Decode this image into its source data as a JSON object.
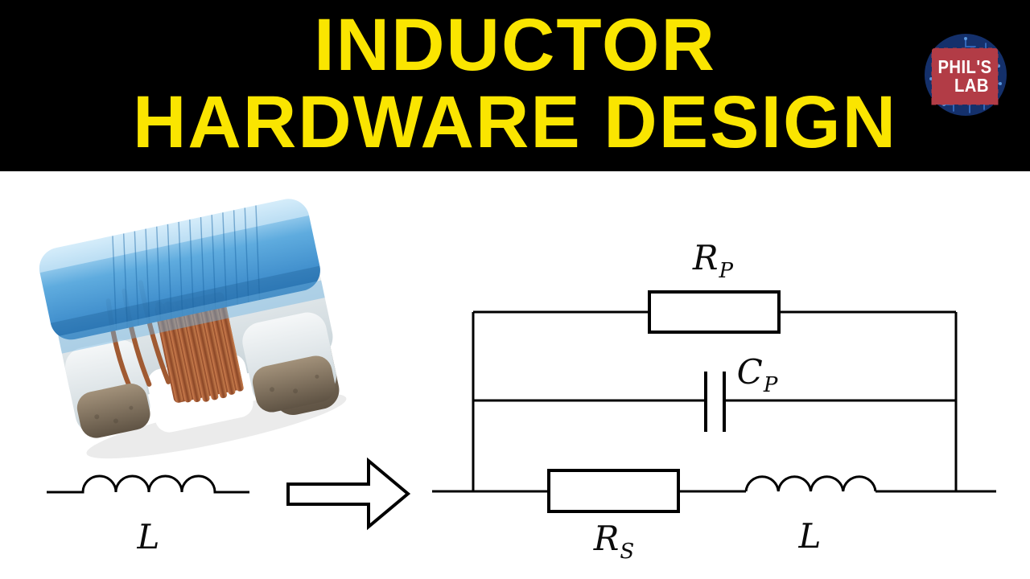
{
  "header": {
    "title_line1": "INDUCTOR",
    "title_line2": "HARDWARE DESIGN",
    "title_color": "#fae500",
    "background": "#000000"
  },
  "logo": {
    "line1": "PHIL'S",
    "line2": "LAB",
    "circle_color": "#14306b",
    "trace_color": "#3b77cf",
    "chip_color": "#b23c46",
    "text_color": "#ffffff"
  },
  "diagram": {
    "line_color": "#000000",
    "left_inductor_label": {
      "base": "L",
      "sub": ""
    },
    "circuit": {
      "parallel_resistor_label": {
        "base": "R",
        "sub": "P"
      },
      "parallel_capacitor_label": {
        "base": "C",
        "sub": "P"
      },
      "series_resistor_label": {
        "base": "R",
        "sub": "S"
      },
      "inductor_label": {
        "base": "L",
        "sub": ""
      }
    }
  },
  "photo": {
    "subject": "smd-wirewound-chip-inductor",
    "body_blue": "#3f8ecd",
    "body_white": "#e9eef1",
    "copper": "#b0653a",
    "terminal": "#8a7a66"
  }
}
